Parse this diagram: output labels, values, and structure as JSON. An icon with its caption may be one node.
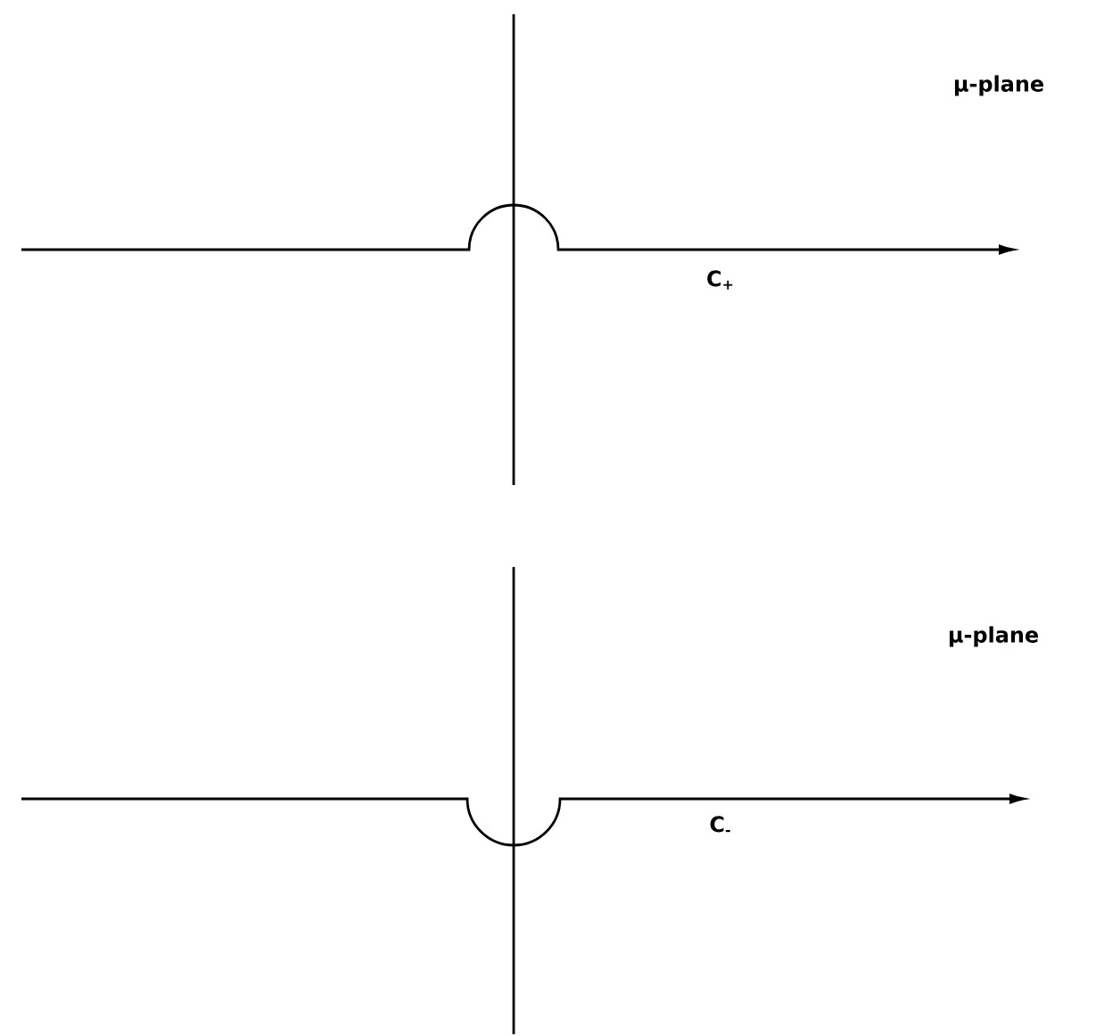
{
  "diagram": {
    "labels": [
      "μ-plane",
      "C$_{+}$",
      "μ-plane",
      "C$_{-}$"
    ]
  }
}
